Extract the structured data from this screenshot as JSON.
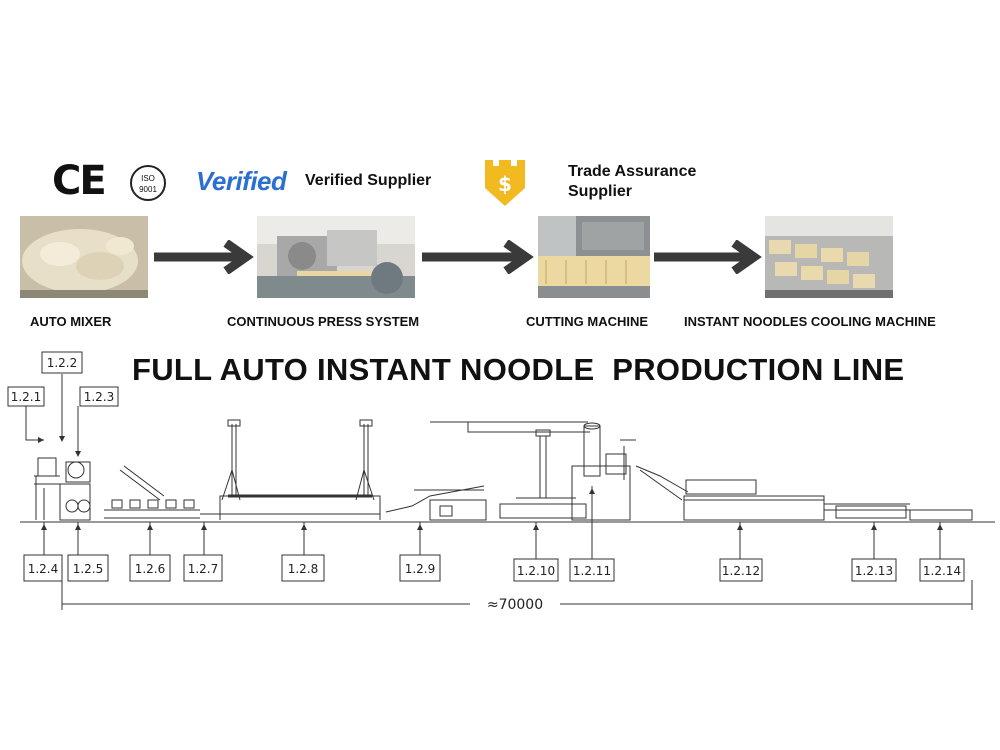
{
  "certifications": {
    "ce_mark": "CE",
    "iso_mark": "ISO 9001",
    "verified_logo": "Verified",
    "verified_supplier": "Verified Supplier",
    "trade_assurance": "Trade Assurance",
    "trade_assurance_line2": "Supplier",
    "shield_icon": "dollar-shield-icon"
  },
  "process_steps": [
    {
      "label": "AUTO MIXER"
    },
    {
      "label": "CONTINUOUS PRESS SYSTEM"
    },
    {
      "label": "CUTTING MACHINE"
    },
    {
      "label": "INSTANT NOODLES COOLING MACHINE"
    }
  ],
  "title": "FULL AUTO INSTANT NOODLE  PRODUCTION LINE",
  "diagram": {
    "top_labels": [
      "1.2.1",
      "1.2.2",
      "1.2.3"
    ],
    "bottom_labels": [
      "1.2.4",
      "1.2.5",
      "1.2.6",
      "1.2.7",
      "1.2.8",
      "1.2.9",
      "1.2.10",
      "1.2.11",
      "1.2.12",
      "1.2.13",
      "1.2.14"
    ],
    "dimension": "≈70000"
  },
  "colors": {
    "arrow": "#3a3a3a",
    "verified_blue": "#2b6fd1",
    "shield_gold": "#f2b920",
    "line": "#333333"
  }
}
